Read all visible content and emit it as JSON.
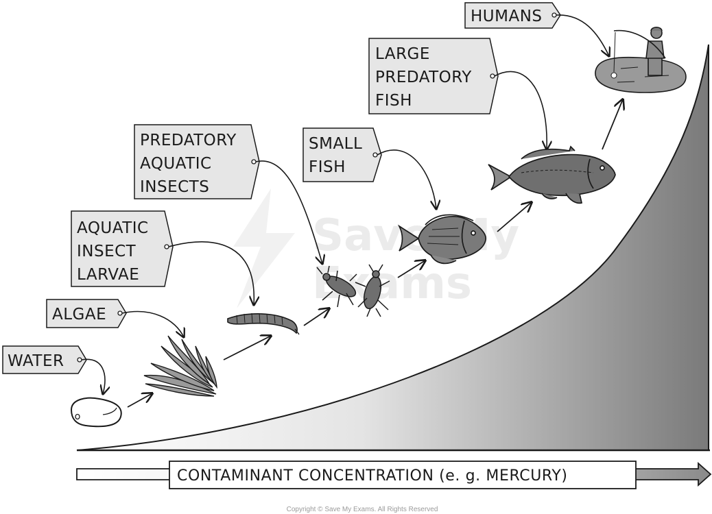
{
  "labels": {
    "water": "WATER",
    "algae": "ALGAE",
    "larvae": [
      "AQUATIC",
      "INSECT",
      "LARVAE"
    ],
    "predatory_insects": [
      "PREDATORY",
      "AQUATIC",
      "INSECTS"
    ],
    "small_fish": [
      "SMALL",
      "FISH"
    ],
    "large_fish": [
      "LARGE",
      "PREDATORY",
      "FISH"
    ],
    "humans": "HUMANS"
  },
  "axis_label": "CONTAMINANT CONCENTRATION (e. g. MERCURY)",
  "watermark": [
    "Save My",
    "Exams"
  ],
  "copyright": "Copyright © Save My Exams. All Rights Reserved",
  "colors": {
    "tag_fill": "#e6e6e6",
    "stroke": "#1a1a1a",
    "organism_fill": "#6f6f6f",
    "gradient_dark": "#7a7a7a"
  }
}
